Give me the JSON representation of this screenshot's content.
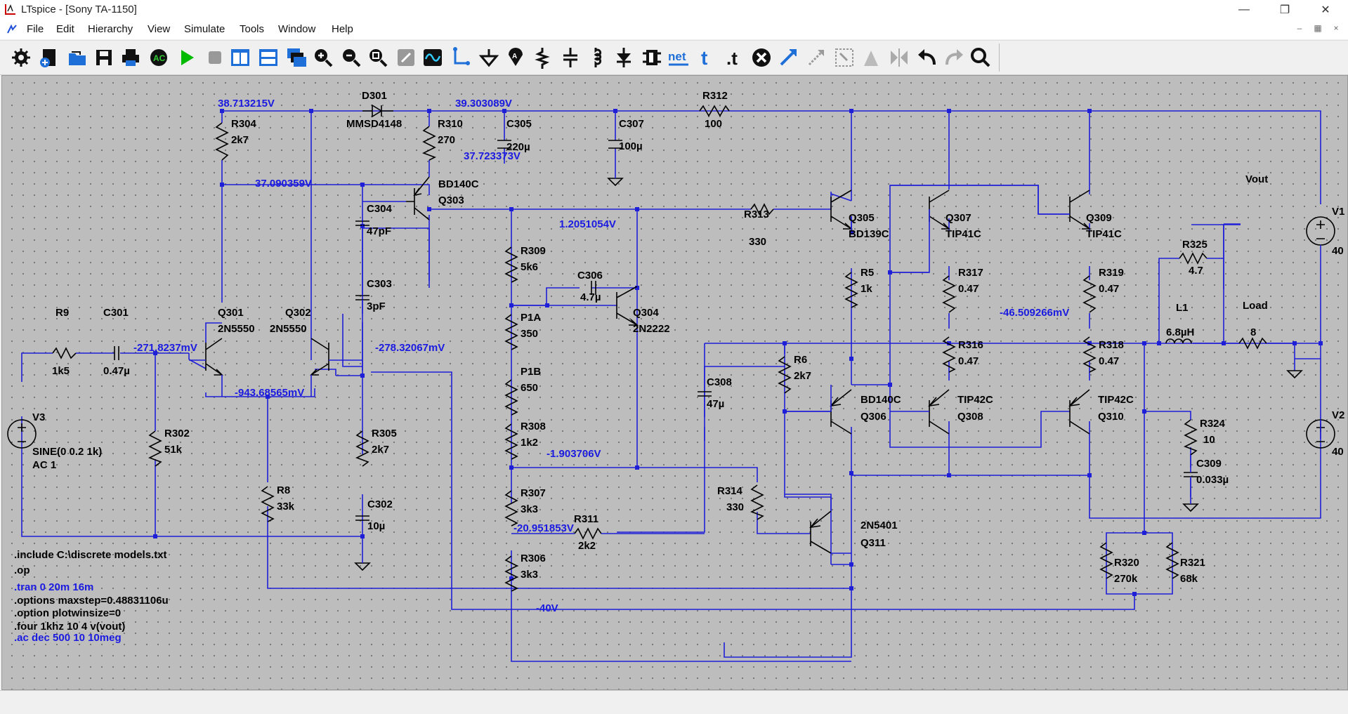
{
  "window": {
    "title": "LTspice - [Sony TA-1150]"
  },
  "menu": [
    "File",
    "Edit",
    "Hierarchy",
    "View",
    "Simulate",
    "Tools",
    "Window",
    "Help"
  ],
  "toolbar_icons": [
    "control-panel",
    "new-schematic",
    "new-symbol",
    "open",
    "save",
    "print",
    "print-setup",
    "run",
    "halt",
    "tile-vertical",
    "tile-horizontal",
    "cascade",
    "zoom-in",
    "zoom-out",
    "zoom-fit",
    "zoom-rect",
    "waveform",
    "wire",
    "ground",
    "label-net",
    "resistor",
    "capacitor",
    "inductor",
    "diode",
    "component",
    "net-name",
    "text",
    "spice-directive",
    "delete",
    "move",
    "drag",
    "mirror",
    "rotate",
    "find-in-grid",
    "undo",
    "redo",
    "find"
  ],
  "colors": {
    "wire": "#1f1fd8",
    "component": "#000000",
    "canvas": "#bdbdbd",
    "node_voltage": "#1a1ae0"
  },
  "components": [
    {
      "ref": "D301",
      "value": "MMSD4148"
    },
    {
      "ref": "R312",
      "value": "100"
    },
    {
      "ref": "R304",
      "value": "2k7"
    },
    {
      "ref": "R310",
      "value": "270"
    },
    {
      "ref": "C305",
      "value": "220µ"
    },
    {
      "ref": "C307",
      "value": "100µ"
    },
    {
      "ref": "BD140C",
      "value": "Q303"
    },
    {
      "ref": "C304",
      "value": "47pF"
    },
    {
      "ref": "R313",
      "value": "330"
    },
    {
      "ref": "Q305",
      "value": "BD139C"
    },
    {
      "ref": "Q307",
      "value": "TIP41C"
    },
    {
      "ref": "Q309",
      "value": "TIP41C"
    },
    {
      "ref": "R309",
      "value": "5k6"
    },
    {
      "ref": "C306",
      "value": "4.7µ"
    },
    {
      "ref": "C303",
      "value": "3pF"
    },
    {
      "ref": "R5",
      "value": "1k"
    },
    {
      "ref": "R317",
      "value": "0.47"
    },
    {
      "ref": "R319",
      "value": "0.47"
    },
    {
      "ref": "R325",
      "value": "4.7"
    },
    {
      "ref": "V1",
      "value": "40"
    },
    {
      "ref": "R9",
      "value": "1k5"
    },
    {
      "ref": "C301",
      "value": "0.47µ"
    },
    {
      "ref": "Q301",
      "value": "2N5550"
    },
    {
      "ref": "Q302",
      "value": "2N5550"
    },
    {
      "ref": "P1A",
      "value": "350"
    },
    {
      "ref": "Q304",
      "value": "2N2222"
    },
    {
      "ref": "L1",
      "value": "6.8µH"
    },
    {
      "ref": "Load",
      "value": "8"
    },
    {
      "ref": "R6",
      "value": "2k7"
    },
    {
      "ref": "R316",
      "value": "0.47"
    },
    {
      "ref": "R318",
      "value": "0.47"
    },
    {
      "ref": "P1B",
      "value": "650"
    },
    {
      "ref": "C308",
      "value": "47µ"
    },
    {
      "ref": "BD140C",
      "value": "Q306"
    },
    {
      "ref": "TIP42C",
      "value": "Q308"
    },
    {
      "ref": "TIP42C",
      "value": "Q310"
    },
    {
      "ref": "V3",
      "value": "SINE(0 0.2 1k)"
    },
    {
      "ref": "R302",
      "value": "51k"
    },
    {
      "ref": "R305",
      "value": "2k7"
    },
    {
      "ref": "R308",
      "value": "1k2"
    },
    {
      "ref": "R324",
      "value": "10"
    },
    {
      "ref": "V2",
      "value": "40"
    },
    {
      "ref": "C309",
      "value": "0.033µ"
    },
    {
      "ref": "R8",
      "value": "33k"
    },
    {
      "ref": "R307",
      "value": "3k3"
    },
    {
      "ref": "R314",
      "value": "330"
    },
    {
      "ref": "C302",
      "value": "10µ"
    },
    {
      "ref": "R311",
      "value": "2k2"
    },
    {
      "ref": "2N5401",
      "value": "Q311"
    },
    {
      "ref": "R306",
      "value": "3k3"
    },
    {
      "ref": "R320",
      "value": "270k"
    },
    {
      "ref": "R321",
      "value": "68k"
    }
  ],
  "v3_ac": "AC 1",
  "net_labels": {
    "vout": "Vout"
  },
  "node_voltages": [
    "38.713215V",
    "39.303089V",
    "37.723373V",
    "37.090359V",
    "1.2051054V",
    "-271.8237mV",
    "-278.32067mV",
    "-943.68565mV",
    "-46.509266mV",
    "-1.903706V",
    "-20.951853V",
    "-40V"
  ],
  "directives": [
    {
      "text": ".include C:\\discrete models.txt",
      "active": false
    },
    {
      "text": ".op",
      "active": false
    },
    {
      "text": ".tran 0 20m 16m",
      "active": true
    },
    {
      "text": ".options maxstep=0.48831106u",
      "active": false
    },
    {
      "text": ".option plotwinsize=0",
      "active": false
    },
    {
      "text": ".four 1khz 10 4 v(vout)",
      "active": false
    },
    {
      "text": ".ac dec 500 10 10meg",
      "active": true
    }
  ]
}
